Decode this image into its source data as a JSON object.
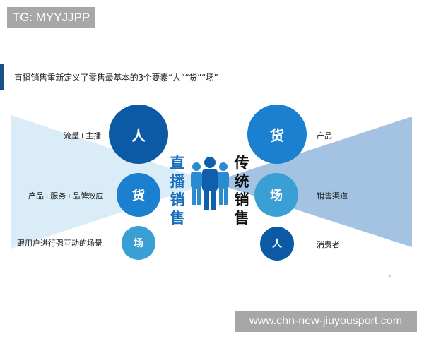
{
  "watermark_top": "TG: MYYJJPP",
  "title": "直播销售重新定义了零售最基本的3个要素“人”“货”“场”",
  "left": {
    "heading": [
      "直",
      "播",
      "销",
      "售"
    ],
    "items": [
      {
        "circle": "人",
        "label": "流量+主播",
        "color": "#0c5aa6"
      },
      {
        "circle": "货",
        "label": "产品+服务+品牌效应",
        "color": "#1a80cf"
      },
      {
        "circle": "场",
        "label": "跟用户进行强互动的场景",
        "color": "#3a9fd4"
      }
    ]
  },
  "right": {
    "heading": [
      "传",
      "统",
      "销",
      "售"
    ],
    "items": [
      {
        "circle": "货",
        "label": "产品",
        "color": "#1a80cf"
      },
      {
        "circle": "场",
        "label": "销售渠道",
        "color": "#3a9fd4"
      },
      {
        "circle": "人",
        "label": "消费者",
        "color": "#0c5aa6"
      }
    ]
  },
  "colors": {
    "left_heading": "#1a6fbf",
    "right_heading": "#111111",
    "left_fan": "#d6ebf8",
    "right_fan": "#a4c3e3",
    "people_icon": "#1a6fbf"
  },
  "page_number": "6",
  "watermark_bottom": "www.chn-new-jiuyousport.com"
}
